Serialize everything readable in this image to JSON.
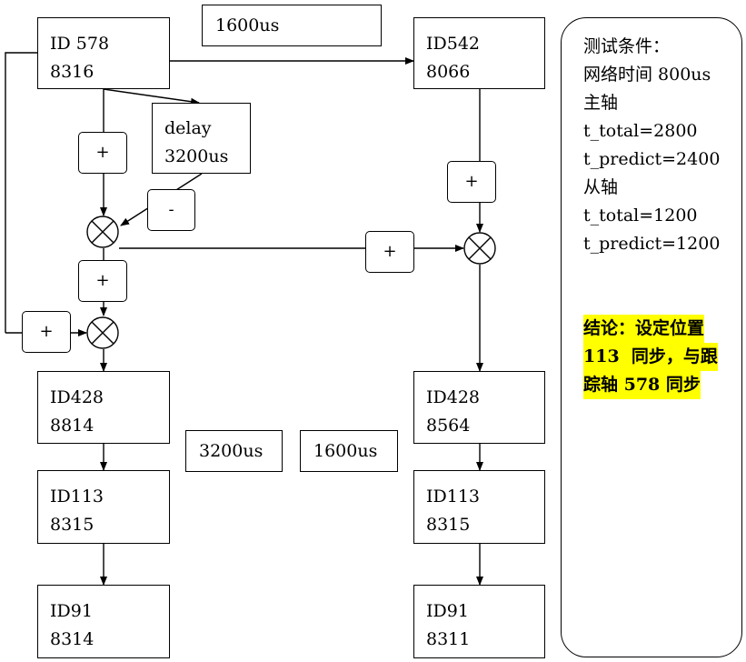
{
  "blocks": {
    "id578": {
      "id": "ID 578",
      "value": "8316"
    },
    "id542": {
      "id": "ID542",
      "value": "8066"
    },
    "delay": {
      "id": "delay",
      "value": "3200us"
    },
    "id428_left": {
      "id": "ID428",
      "value": "8814"
    },
    "id113_left": {
      "id": "ID113",
      "value": "8315"
    },
    "id91_left": {
      "id": "ID91",
      "value": "8314"
    },
    "id428_right": {
      "id": "ID428",
      "value": "8564"
    },
    "id113_right": {
      "id": "ID113",
      "value": "8315"
    },
    "id91_right": {
      "id": "ID91",
      "value": "8311"
    }
  },
  "time_labels": {
    "top": "1600us",
    "middle_left": "3200us",
    "middle_right": "1600us"
  },
  "signs": {
    "left_upper_plus": "+",
    "minus": "-",
    "left_middle_plus": "+",
    "bypass_plus": "+",
    "cross_plus": "+",
    "right_plus": "+"
  },
  "conditions": {
    "title": "测试条件：",
    "network_time": "网络时间 800us",
    "master_label": "主轴",
    "master_total": "t_total=2800",
    "master_predict": "t_predict=2400",
    "slave_label": "从轴",
    "slave_total": "t_total=1200",
    "slave_predict": "t_predict=1200",
    "conclusion_1": "结论：设定位置",
    "conclusion_2": "113  同步，与跟",
    "conclusion_3": "踪轴 578 同步",
    "highlight_color": "#ffff00"
  }
}
